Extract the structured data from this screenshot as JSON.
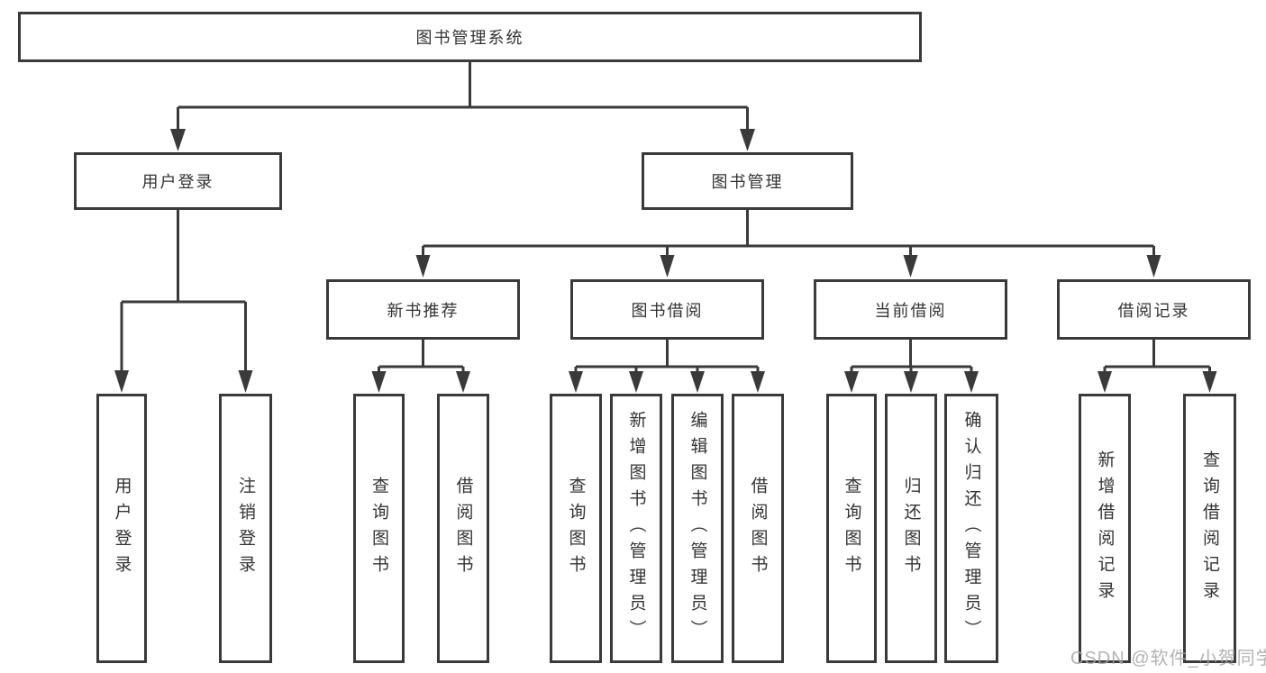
{
  "tree": {
    "root": {
      "label": "图书管理系统"
    },
    "branches": [
      {
        "label": "用户登录",
        "children": [
          {
            "label": "用户登录"
          },
          {
            "label": "注销登录"
          }
        ]
      },
      {
        "label": "图书管理",
        "children": [
          {
            "label": "新书推荐",
            "children": [
              {
                "label": "查询图书"
              },
              {
                "label": "借阅图书"
              }
            ]
          },
          {
            "label": "图书借阅",
            "children": [
              {
                "label": "查询图书"
              },
              {
                "label": "新增图书（管理员）"
              },
              {
                "label": "编辑图书（管理员）"
              },
              {
                "label": "借阅图书"
              }
            ]
          },
          {
            "label": "当前借阅",
            "children": [
              {
                "label": "查询图书"
              },
              {
                "label": "归还图书"
              },
              {
                "label": "确认归还（管理员）"
              }
            ]
          },
          {
            "label": "借阅记录",
            "children": [
              {
                "label": "新增借阅记录"
              },
              {
                "label": "查询借阅记录"
              }
            ]
          }
        ]
      }
    ]
  },
  "watermark": {
    "text": "CSDN @软件_小贺同学"
  },
  "colors": {
    "line": "#3a3a3a",
    "text": "#333333",
    "watermark": "#a6a6a6",
    "background": "#ffffff"
  }
}
